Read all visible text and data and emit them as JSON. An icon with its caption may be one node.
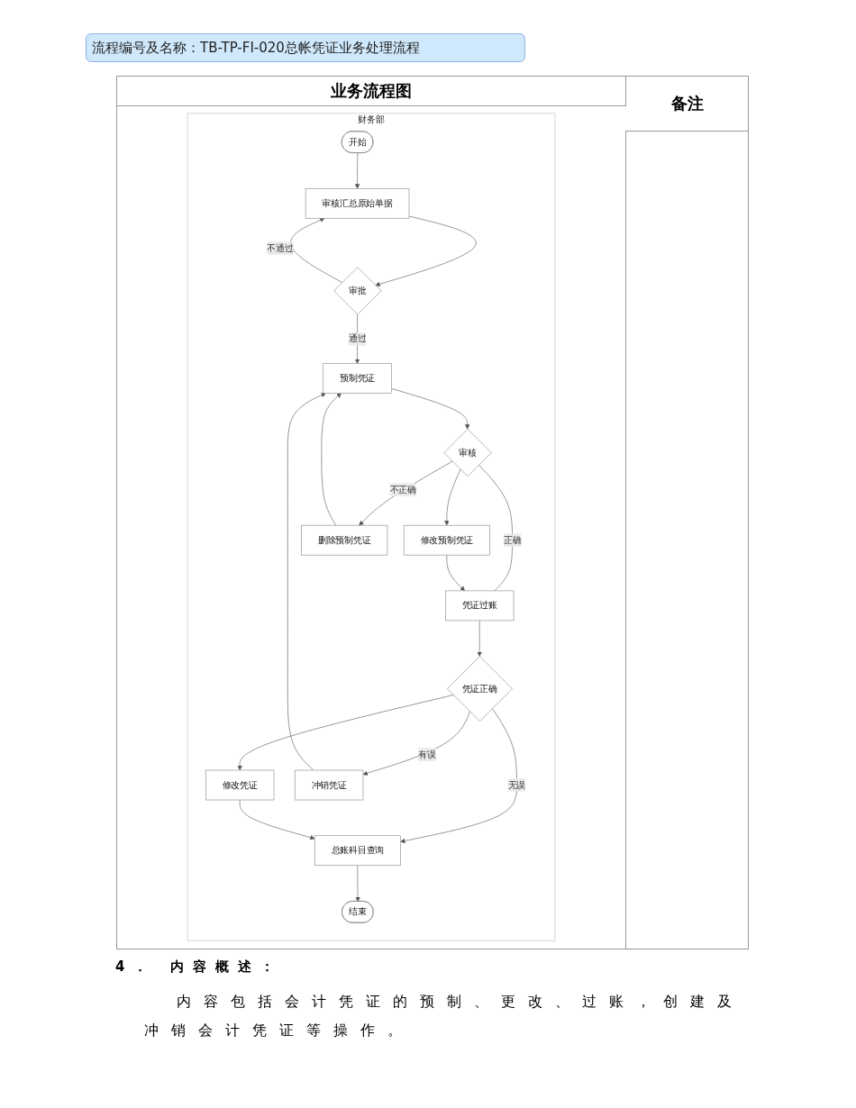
{
  "diagram": {
    "title": "流程编号及名称：TB-TP-FI-020总帐凭证业务处理流程",
    "nodes": [
      {
        "text": [
          "财务部"
        ]
      },
      {
        "text": [
          "开始"
        ],
        "in": 0
      },
      {
        "text": [
          "审核汇总原始单据"
        ],
        "in": 0
      },
      {
        "text": [
          "审批"
        ],
        "in": 0
      },
      {
        "text": [
          "预制凭证"
        ],
        "in": 0
      },
      {
        "text": [
          "审核"
        ],
        "in": 0
      },
      {
        "text": [
          "凭证过账"
        ],
        "in": 0
      },
      {
        "text": [
          "修改预制凭证"
        ],
        "in": 0
      },
      {
        "text": [
          "删除预制凭证"
        ],
        "in": 0
      },
      {
        "text": [
          "凭证正确"
        ],
        "in": 0
      },
      {
        "text": [
          "修改凭证"
        ],
        "in": 0
      },
      {
        "text": [
          "冲销凭证"
        ],
        "in": 0
      },
      {
        "text": [
          "总账科目查询"
        ],
        "in": 0
      },
      {
        "text": [
          "结束"
        ],
        "in": 0
      }
    ],
    "edges": [
      {
        "from": 1,
        "to": 2,
        "arrow": "to"
      },
      {
        "from": 2,
        "to": 3,
        "arrow": "to"
      },
      {
        "from": 3,
        "to": 2,
        "arrow": "to",
        "label": "不通过"
      },
      {
        "from": 3,
        "to": 4,
        "arrow": "to",
        "label": "通过"
      },
      {
        "from": 4,
        "to": 5,
        "arrow": "to"
      },
      {
        "from": 5,
        "to": 6,
        "arrow": "none",
        "label": "正确"
      },
      {
        "from": 5,
        "to": 7,
        "arrow": "to"
      },
      {
        "from": 5,
        "to": 8,
        "arrow": "to",
        "label": "不正确"
      },
      {
        "from": 7,
        "to": 6,
        "arrow": "to"
      },
      {
        "from": 8,
        "to": 4,
        "arrow": "to"
      },
      {
        "from": 6,
        "to": 9,
        "arrow": "to"
      },
      {
        "from": 9,
        "to": 10,
        "arrow": "to"
      },
      {
        "from": 9,
        "to": 11,
        "arrow": "to",
        "label": "有误"
      },
      {
        "from": 9,
        "to": 12,
        "arrow": "to",
        "label": "无误"
      },
      {
        "from": 11,
        "to": 4,
        "arrow": "to"
      },
      {
        "from": 10,
        "to": 12,
        "arrow": "to"
      },
      {
        "from": 12,
        "to": 13,
        "arrow": "to"
      }
    ],
    "labels": [
      "业务流程图",
      "备注",
      "4． 内容概述：",
      "内容包括会计凭证的预制、更改、过账，创建及冲销会计凭证等操作。"
    ]
  }
}
